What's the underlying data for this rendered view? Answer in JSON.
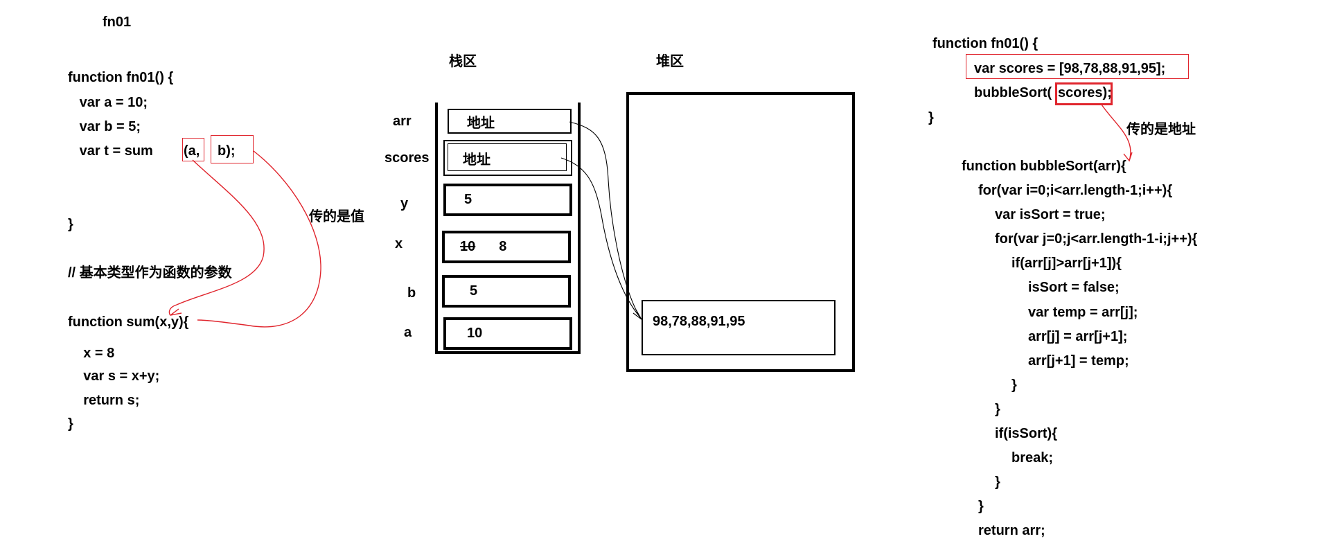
{
  "left": {
    "title": "fn01",
    "code": [
      "function fn01() {",
      "   var a = 10;",
      "   var b = 5;",
      "   var t = sum",
      "}",
      "// 基本类型作为函数的参数",
      "function sum(x,y){",
      "    x = 8",
      "    var s = x+y;",
      "    return s;",
      "}"
    ],
    "arg_a": "(a,",
    "arg_b": "b);",
    "annotation": "传的是值"
  },
  "memory": {
    "stack_title": "栈区",
    "heap_title": "堆区",
    "stack": [
      {
        "label": "arr",
        "value": "地址"
      },
      {
        "label": "scores",
        "value": "地址"
      },
      {
        "label": "y",
        "value": "5"
      },
      {
        "label": "x",
        "value_old": "10",
        "value": "8"
      },
      {
        "label": "b",
        "value": "5"
      },
      {
        "label": "a",
        "value": "10"
      }
    ],
    "heap_array": "98,78,88,91,95"
  },
  "right": {
    "code": [
      "function fn01() {",
      "var scores = [98,78,88,91,95];",
      "bubbleSort(",
      "scores);",
      "}",
      "function bubbleSort(arr){",
      "for(var i=0;i<arr.length-1;i++){",
      "var isSort = true;",
      "for(var j=0;j<arr.length-1-i;j++){",
      "if(arr[j]>arr[j+1]){",
      "isSort = false;",
      "var temp = arr[j];",
      "arr[j] = arr[j+1];",
      "arr[j+1] = temp;",
      "}",
      "}",
      "if(isSort){",
      "break;",
      "}",
      "}",
      "return arr;"
    ],
    "annotation": "传的是地址"
  },
  "colors": {
    "ink": "#000000",
    "annotation_red": "#e0252d"
  }
}
